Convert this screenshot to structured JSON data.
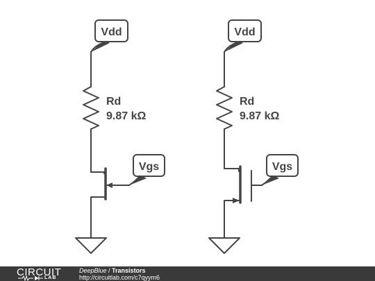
{
  "circuit_left": {
    "supply_label": "Vdd",
    "resistor_name": "Rd",
    "resistor_value": "9.87 kΩ",
    "gate_label": "Vgs"
  },
  "circuit_right": {
    "supply_label": "Vdd",
    "resistor_name": "Rd",
    "resistor_value": "9.87 kΩ",
    "gate_label": "Vgs"
  },
  "footer": {
    "logo_text": "CIRCUIT",
    "logo_subtext": "LAB",
    "author": "DeepBlue",
    "separator": " / ",
    "title": "Transistors",
    "url": "http://circuitlab.com/c7qyym6"
  },
  "colors": {
    "wire": "#444444",
    "footer_bg": "#3a3a3a",
    "label_text": "#444444"
  }
}
